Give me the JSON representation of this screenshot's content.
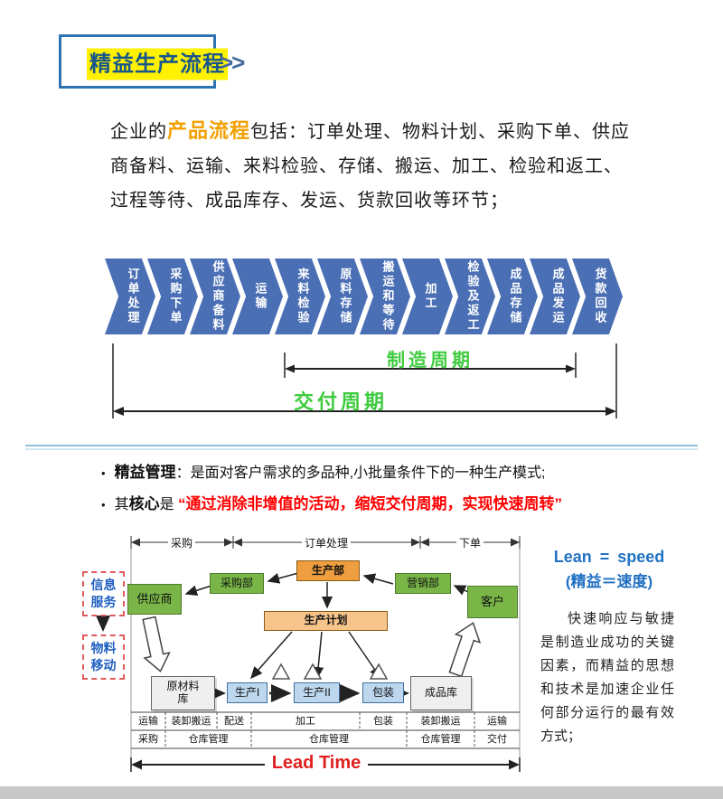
{
  "colors": {
    "accent_blue": "#2E74B5",
    "highlight_yellow": "#FFF100",
    "chevron_blue": "#4A6FB5",
    "cycle_green": "#3ECB3E",
    "emphasis_orange": "#F2A000",
    "emphasis_red": "#FF0000",
    "lean_blue": "#2272C3",
    "node_green": "#79B547",
    "node_orange": "#EE9E3F",
    "node_peach": "#F7C58C",
    "node_light_blue": "#BDD7EE"
  },
  "header": {
    "title": "精益生产流程",
    "more": ">>"
  },
  "intro": {
    "prefix": "企业的",
    "highlight": "产品流程",
    "body": "包括：订单处理、物料计划、采购下单、供应商备料、运输、来料检验、存储、搬运、加工、检验和返工、过程等待、成品库存、发运、货款回收等环节；"
  },
  "process_flow": {
    "steps": [
      "订单处理",
      "采购下单",
      "供应商备料",
      "运输",
      "来料检验",
      "原料存储",
      "搬运和等待",
      "加工",
      "检验及返工",
      "成品存储",
      "成品发运",
      "货款回收"
    ]
  },
  "cycles": {
    "manufacturing": "制造周期",
    "delivery": "交付周期"
  },
  "bullets": {
    "b1_marker": "•",
    "b1_bold": "精益管理",
    "b1_text": "：是面对客户需求的多品种,小批量条件下的一种生产模式;",
    "b2_marker": "•",
    "b2_prefix": "其",
    "b2_bold": "核心",
    "b2_mid": "是 ",
    "b2_red": "“通过消除非增值的活动，缩短交付周期，实现快速周转”"
  },
  "diagram": {
    "top_measures": [
      "采购",
      "订单处理",
      "下单"
    ],
    "side_labels": [
      "信息服务",
      "物料移动"
    ],
    "nodes": {
      "supplier": "供应商",
      "purchasing": "采购部",
      "production": "生产部",
      "marketing": "营销部",
      "customer": "客户",
      "plan": "生产计划",
      "raw_store": "原材料库",
      "prod1": "生产I",
      "prod2": "生产II",
      "packing": "包装",
      "finished_store": "成品库"
    },
    "rail_row1": [
      "运输",
      "装卸搬运",
      "配送",
      "加工",
      "包装",
      "装卸搬运",
      "运输"
    ],
    "rail_row2": [
      "采购",
      "仓库管理",
      "仓库管理",
      "仓库管理",
      "交付"
    ],
    "lead_time": "Lead Time"
  },
  "aside": {
    "headline": "Lean = speed",
    "subline": "(精益＝速度)",
    "body": "快速响应与敏捷是制造业成功的关键因素，而精益的思想和技术是加速企业任何部分运行的最有效方式；"
  }
}
